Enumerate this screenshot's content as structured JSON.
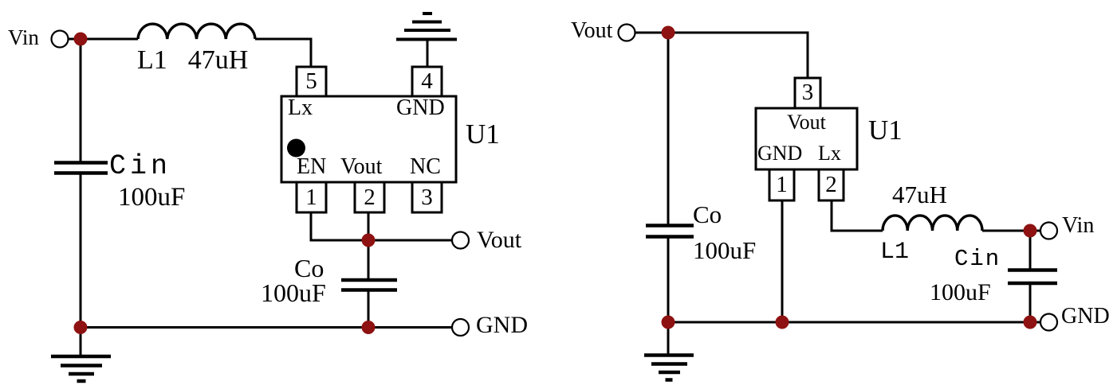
{
  "colors": {
    "wire": "#000000",
    "junction_dot": "#8e1212",
    "text": "#000000",
    "background": "#ffffff",
    "component_fill": "#ffffff"
  },
  "left_circuit": {
    "terminals": {
      "input": "Vin",
      "output": "Vout",
      "ground": "GND"
    },
    "inductor": {
      "ref": "L1",
      "value": "47uH"
    },
    "input_cap": {
      "ref": "Cin",
      "value": "100uF"
    },
    "output_cap": {
      "ref": "Co",
      "value": "100uF"
    },
    "ic": {
      "ref": "U1",
      "pins": {
        "p5": {
          "number": "5",
          "name": "Lx"
        },
        "p4": {
          "number": "4",
          "name": "GND"
        },
        "p1": {
          "number": "1",
          "name": "EN"
        },
        "p2": {
          "number": "2",
          "name": "Vout"
        },
        "p3": {
          "number": "3",
          "name": "NC"
        }
      }
    }
  },
  "right_circuit": {
    "terminals": {
      "output": "Vout",
      "input": "Vin",
      "ground": "GND"
    },
    "inductor": {
      "ref": "L1",
      "value": "47uH"
    },
    "input_cap": {
      "ref": "Cin",
      "value": "100uF"
    },
    "output_cap": {
      "ref": "Co",
      "value": "100uF"
    },
    "ic": {
      "ref": "U1",
      "pins": {
        "p3": {
          "number": "3",
          "name": "Vout"
        },
        "p1": {
          "number": "1",
          "name": "GND"
        },
        "p2": {
          "number": "2",
          "name": "Lx"
        }
      }
    }
  }
}
